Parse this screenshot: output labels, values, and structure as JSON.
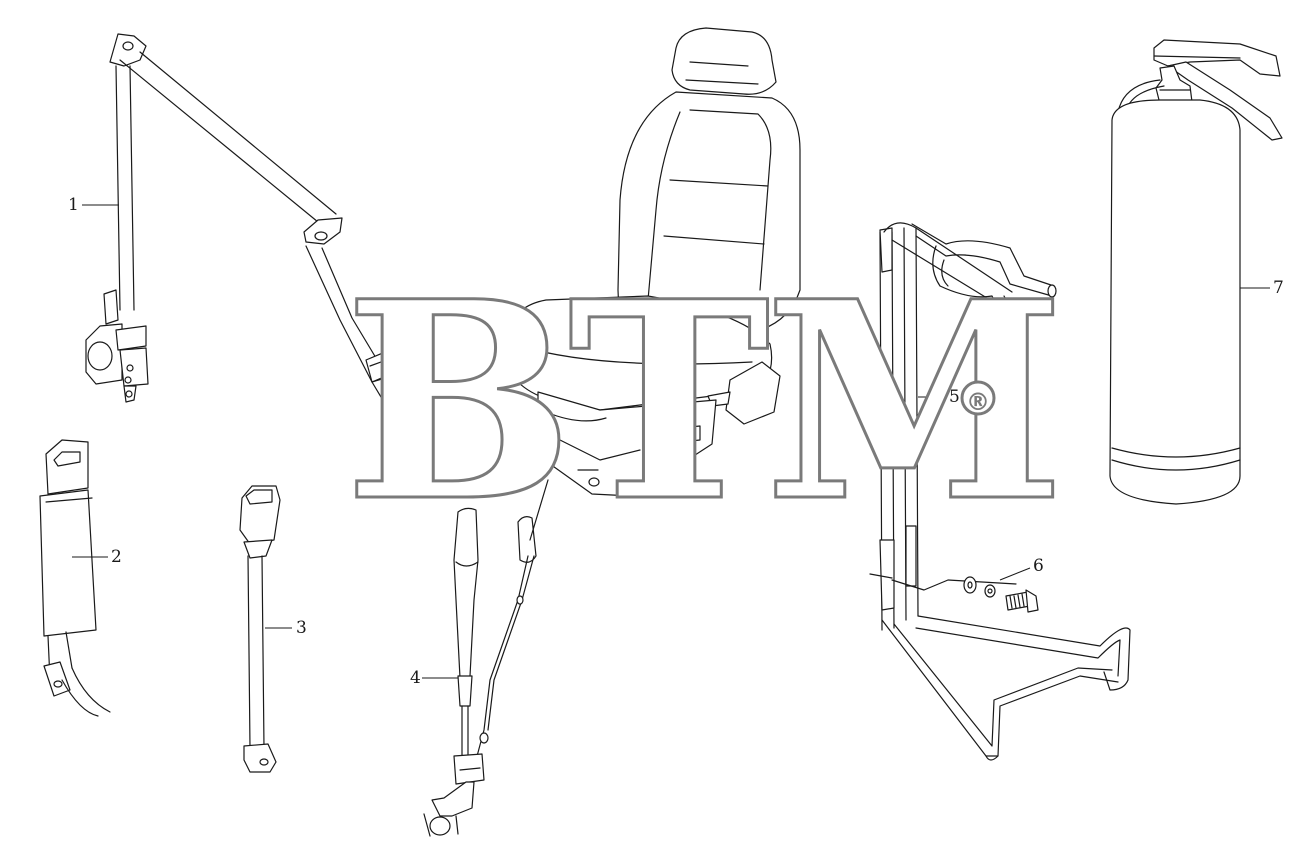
{
  "diagram": {
    "callouts": [
      {
        "id": "c1",
        "label": "1",
        "part": "three-point-seat-belt-retractor"
      },
      {
        "id": "c2",
        "label": "2",
        "part": "belt-buckle-long"
      },
      {
        "id": "c3",
        "label": "3",
        "part": "belt-buckle-short"
      },
      {
        "id": "c4",
        "label": "4",
        "part": "buckle-with-wire-sensor"
      },
      {
        "id": "c5",
        "label": "5",
        "part": "extinguisher-bracket"
      },
      {
        "id": "c6",
        "label": "6",
        "part": "bolt-nut-washer-set"
      },
      {
        "id": "c7",
        "label": "7",
        "part": "fire-extinguisher"
      }
    ],
    "watermark": {
      "text": "BTM",
      "registered_mark": "®"
    }
  }
}
